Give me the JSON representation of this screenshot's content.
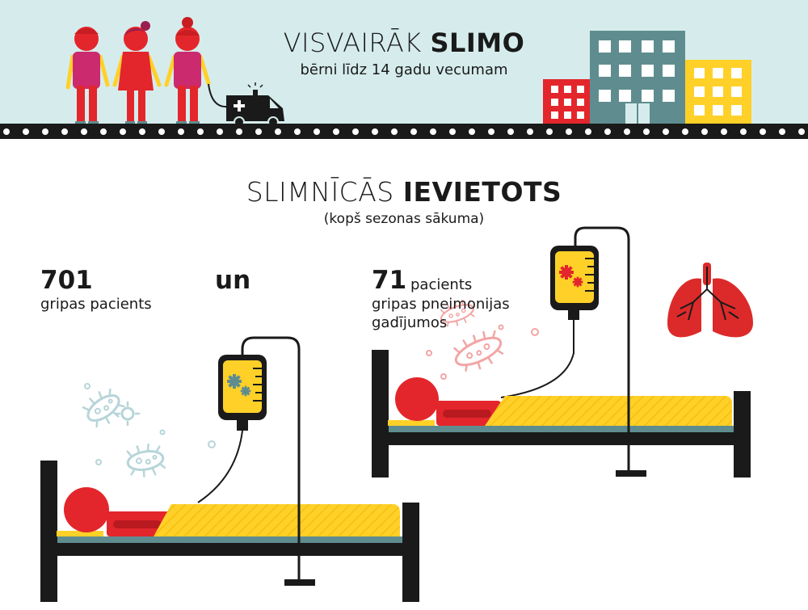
{
  "header": {
    "title_light": "VISVAIRĀK",
    "title_bold": "SLIMO",
    "subtitle": "bērni līdz 14 gadu vecumam"
  },
  "section": {
    "title_light": "SLIMNĪCĀS",
    "title_bold": "IEVIETOTS",
    "subtitle": "(kopš sezonas sākuma)"
  },
  "stats": {
    "flu_count": "701",
    "flu_label": "gripas pacients",
    "conjunction": "un",
    "pneumonia_count": "71",
    "pneumonia_unit": "pacients",
    "pneumonia_label_1": "gripas pneimonijas",
    "pneumonia_label_2": "gadījumos"
  },
  "colors": {
    "sky": "#d6ecec",
    "road": "#1a1a1a",
    "red": "#e3262b",
    "magenta": "#cc2a6e",
    "yellow": "#ffd028",
    "teal": "#5f8d8f",
    "lung_red": "#dc2a2a",
    "germ": "#f2a5a5",
    "germ_grey": "#b7d5d9"
  },
  "icons": [
    "child-icon",
    "ambulance-icon",
    "building-icon",
    "hospital-bed-icon",
    "iv-drip-icon",
    "lungs-icon",
    "germ-icon"
  ]
}
